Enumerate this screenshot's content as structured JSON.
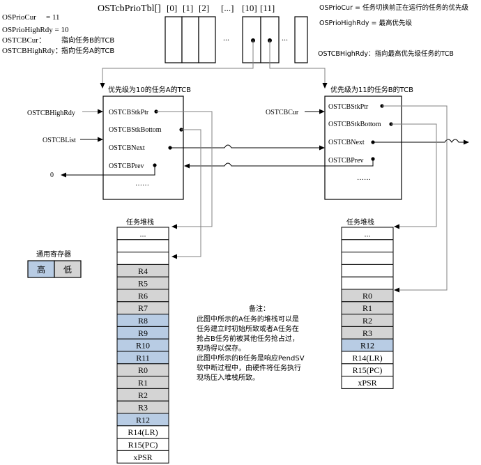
{
  "prio_table": {
    "title": "OSTcbPrioTbl[]",
    "indices": [
      "[0]",
      "[1]",
      "[2]",
      "[...]",
      "[10]",
      "[11]"
    ],
    "ellipsis": "..."
  },
  "vars_left": {
    "prio_cur_label": "OSPrioCur",
    "prio_cur_value": "= 11",
    "prio_high_line": "OSPrioHighRdy = 10",
    "tcb_cur_label": "OSTCBCur：",
    "tcb_cur_desc": "指向任务B的TCB",
    "tcb_high_label": "OSTCBHighRdy：",
    "tcb_high_desc": "指向任务A的TCB"
  },
  "vars_right": {
    "prio_cur_desc": "OSPrioCur = 任务切换前正在运行的任务的优先级",
    "prio_high_desc": "OSPrioHighRdy = 最高优先级",
    "tcb_high_desc": "OSTCBHighRdy：指向最高优先级任务的TCB"
  },
  "tcb_a": {
    "title": "优先级为10的任务A的TCB",
    "fields": [
      "OSTCBStkPtr",
      "OSTCBStkBottom",
      "OSTCBNext",
      "OSTCBPrev",
      "……"
    ],
    "ext_high": "OSTCBHighRdy",
    "ext_list": "OSTCBList",
    "ext_zero": "0"
  },
  "tcb_b": {
    "title": "优先级为11的任务B的TCB",
    "fields": [
      "OSTCBStkPtr",
      "OSTCBStkBottom",
      "OSTCBNext",
      "OSTCBPrev",
      "……"
    ],
    "ext_cur": "OSTCBCur"
  },
  "legend": {
    "title": "通用寄存器",
    "high": "高",
    "low": "低",
    "high_color": "#b8cce4",
    "low_color": "#d4d4d4"
  },
  "stack_a": {
    "title": "任务堆栈",
    "cells": [
      {
        "text": "...",
        "kind": "empty"
      },
      {
        "text": "",
        "kind": "empty"
      },
      {
        "text": "",
        "kind": "empty"
      },
      {
        "text": "R4",
        "kind": "low"
      },
      {
        "text": "R5",
        "kind": "low"
      },
      {
        "text": "R6",
        "kind": "low"
      },
      {
        "text": "R7",
        "kind": "low"
      },
      {
        "text": "R8",
        "kind": "high"
      },
      {
        "text": "R9",
        "kind": "high"
      },
      {
        "text": "R10",
        "kind": "high"
      },
      {
        "text": "R11",
        "kind": "high"
      },
      {
        "text": "R0",
        "kind": "low"
      },
      {
        "text": "R1",
        "kind": "low"
      },
      {
        "text": "R2",
        "kind": "low"
      },
      {
        "text": "R3",
        "kind": "low"
      },
      {
        "text": "R12",
        "kind": "high"
      },
      {
        "text": "R14(LR)",
        "kind": "empty"
      },
      {
        "text": "R15(PC)",
        "kind": "empty"
      },
      {
        "text": "xPSR",
        "kind": "empty"
      }
    ]
  },
  "stack_b": {
    "title": "任务堆栈",
    "cells": [
      {
        "text": "...",
        "kind": "empty"
      },
      {
        "text": "",
        "kind": "empty"
      },
      {
        "text": "",
        "kind": "empty"
      },
      {
        "text": "",
        "kind": "empty"
      },
      {
        "text": "",
        "kind": "empty"
      },
      {
        "text": "R0",
        "kind": "low"
      },
      {
        "text": "R1",
        "kind": "low"
      },
      {
        "text": "R2",
        "kind": "low"
      },
      {
        "text": "R3",
        "kind": "low"
      },
      {
        "text": "R12",
        "kind": "high"
      },
      {
        "text": "R14(LR)",
        "kind": "empty"
      },
      {
        "text": "R15(PC)",
        "kind": "empty"
      },
      {
        "text": "xPSR",
        "kind": "empty"
      }
    ]
  },
  "note": {
    "title": "备注：",
    "lines": [
      "此图中所示的A任务的堆栈可以是",
      "任务建立时初始所致或者A任务在",
      "抢占B任务前被其他任务抢占过，",
      "现场得以保存。",
      "此图中所示的B任务是响应PendSV",
      "软中断过程中，由硬件将任务执行",
      "现场压入堆栈所致。"
    ]
  }
}
